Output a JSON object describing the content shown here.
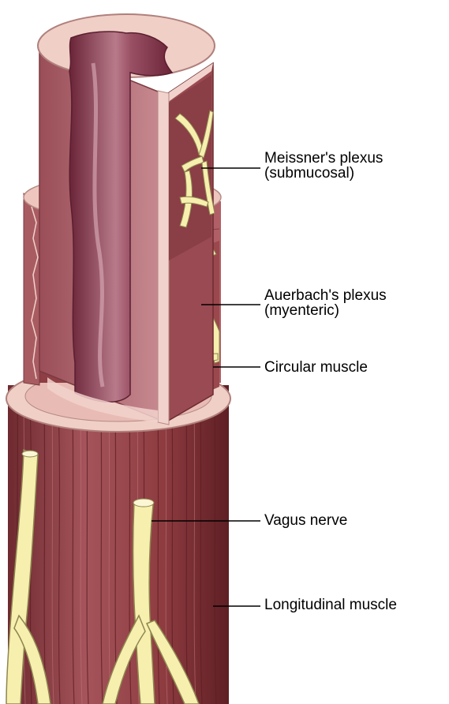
{
  "labels": {
    "meissner": {
      "line1": "Meissner's plexus",
      "line2": "(submucosal)"
    },
    "auerbach": {
      "line1": "Auerbach's plexus",
      "line2": "(myenteric)"
    },
    "circular": "Circular muscle",
    "vagus": "Vagus nerve",
    "longitudinal": "Longitudinal muscle"
  },
  "colors": {
    "longitudinal_muscle": "#8e3c40",
    "muscle_stripe": "#5e1e24",
    "circular_muscle": "#9c4b50",
    "mucosa_wall": "#c47e84",
    "lumen": "#7a3044",
    "lumen_highlight": "#b87a8a",
    "submucosa": "#f2d2cc",
    "nerve": "#f6efae",
    "nerve_outline": "#8e8650"
  }
}
